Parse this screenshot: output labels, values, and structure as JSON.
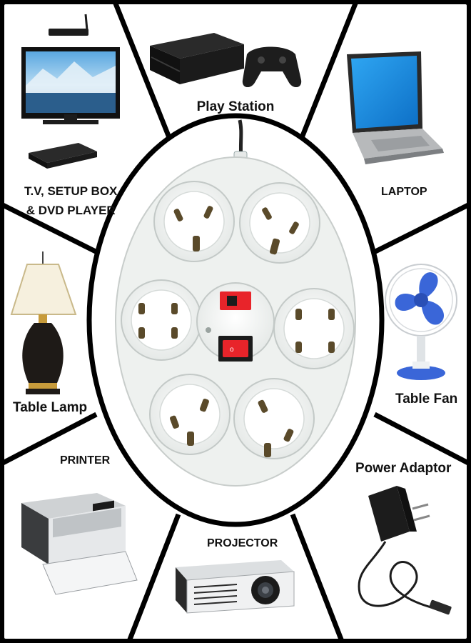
{
  "labels": {
    "play_station": "Play Station",
    "tv_line1": "T.V, SETUP BOX",
    "tv_line2": "& DVD PLAYER",
    "laptop": "LAPTOP",
    "table_lamp": "Table Lamp",
    "table_fan": "Table Fan",
    "printer": "PRINTER",
    "power_adaptor": "Power Adaptor",
    "projector": "PROJECTOR"
  },
  "colors": {
    "background": "#ffffff",
    "divider": "#000000",
    "strip_body": "#eef1ef",
    "switch_red": "#e8242a",
    "text": "#111111"
  },
  "icons": [
    "tv-setup-box-icon",
    "play-station-icon",
    "laptop-icon",
    "table-lamp-icon",
    "table-fan-icon",
    "printer-icon",
    "projector-icon",
    "power-adaptor-icon",
    "extension-board-icon"
  ]
}
